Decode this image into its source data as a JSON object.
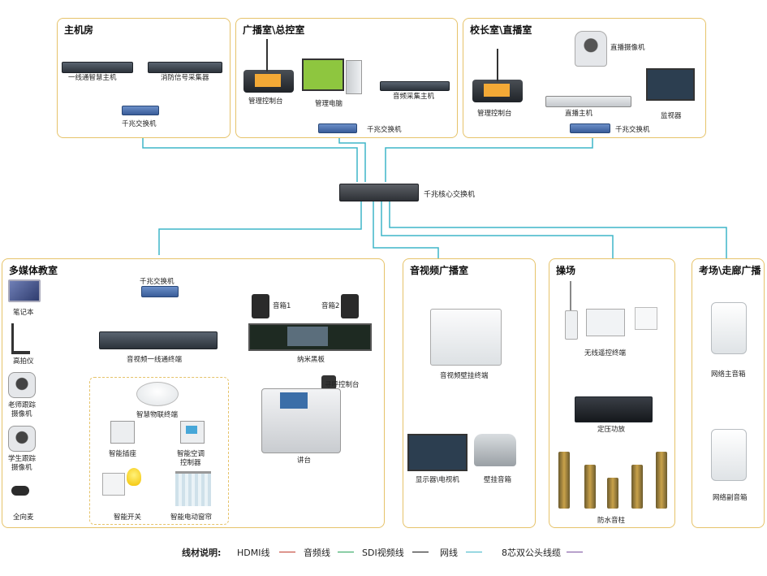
{
  "sections": {
    "host_room": "主机房",
    "broadcast_room": "广播室\\总控室",
    "principal_room": "校长室\\直播室",
    "multimedia": "多媒体教室",
    "av_broadcast": "音视频广播室",
    "playground": "操场",
    "exam_corridor": "考场\\走廊广播"
  },
  "devices": {
    "smart_host": "一线通智慧主机",
    "fire_collector": "消防信号采集器",
    "gig_switch_host": "千兆交换机",
    "mgmt_console": "管理控制台",
    "mgmt_pc": "管理电脑",
    "audio_collector": "音频采集主机",
    "gig_switch_broadcast": "千兆交换机",
    "live_camera": "直播摄像机",
    "principal_console": "管理控制台",
    "live_host": "直播主机",
    "monitor": "监视器",
    "gig_switch_principal": "千兆交换机",
    "core_switch": "千兆核心交换机",
    "laptop": "笔记本",
    "doc_camera": "高拍仪",
    "teacher_cam_line1": "老师跟踪",
    "teacher_cam_line2": "摄像机",
    "student_cam_line1": "学生跟踪",
    "student_cam_line2": "摄像机",
    "omni_mic": "全向麦",
    "classroom_switch": "千兆交换机",
    "av_terminal": "音视频一线通终端",
    "speaker1": "音箱1",
    "speaker2": "音箱2",
    "nano_board": "纳米黑板",
    "paging_console": "寻呼控制台",
    "iot_terminal": "智慧物联终端",
    "smart_socket": "智能插座",
    "ac_controller_line1": "智能空调",
    "ac_controller_line2": "控制器",
    "smart_switch": "智能开关",
    "smart_curtain": "智能电动窗帘",
    "podium": "讲台",
    "wall_terminal": "音视频壁挂终端",
    "display_tv": "显示器\\电视机",
    "wall_speaker": "壁挂音箱",
    "wireless_terminal": "无线遥控终端",
    "power_amp": "定压功放",
    "waterproof_column": "防水音柱",
    "net_main_speaker": "网络主音箱",
    "net_sub_speaker": "网络副音箱"
  },
  "legend": {
    "title": "线材说明:",
    "items": [
      {
        "label": "HDMI线",
        "color": "#c0392b",
        "style": "solid"
      },
      {
        "label": "音频线",
        "color": "#27a35a",
        "style": "solid"
      },
      {
        "label": "SDI视频线",
        "color": "#111111",
        "style": "solid"
      },
      {
        "label": "网线",
        "color": "#3fb6c8",
        "style": "solid"
      },
      {
        "label": "8芯双公头线缆",
        "color": "#7a4fa0",
        "style": "solid"
      }
    ]
  },
  "colors": {
    "box_border": "#e6c36a",
    "network": "#3fb6c8",
    "hdmi": "#c0392b",
    "audio": "#27a35a",
    "sdi": "#111111",
    "eight_core": "#7a4fa0"
  }
}
